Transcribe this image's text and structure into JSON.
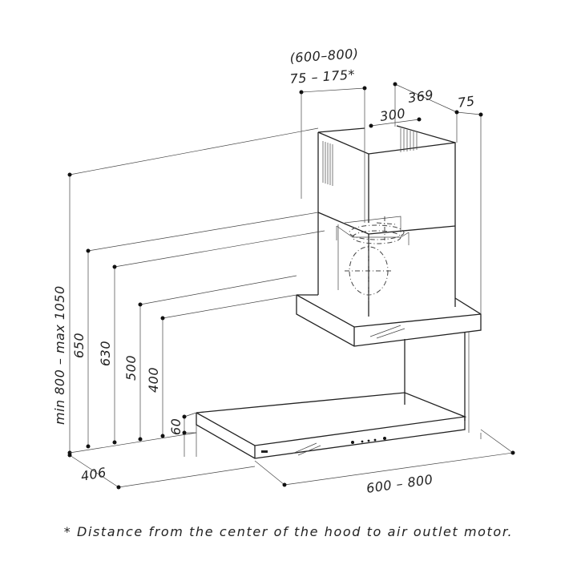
{
  "labels": {
    "range_outlet_paren": "(600–800)",
    "outlet_offset": "75 – 175*",
    "depth_369": "369",
    "offset_75": "75",
    "chimney_300": "300",
    "height_range": "min 800 – max 1050",
    "height_650": "650",
    "height_630": "630",
    "height_500": "500",
    "height_400": "400",
    "height_60": "60",
    "depth_406": "406",
    "width_range": "600 – 800"
  },
  "footnote": "* Distance from the center of the hood to air outlet motor.",
  "colors": {
    "line": "#222222",
    "background": "#ffffff"
  }
}
